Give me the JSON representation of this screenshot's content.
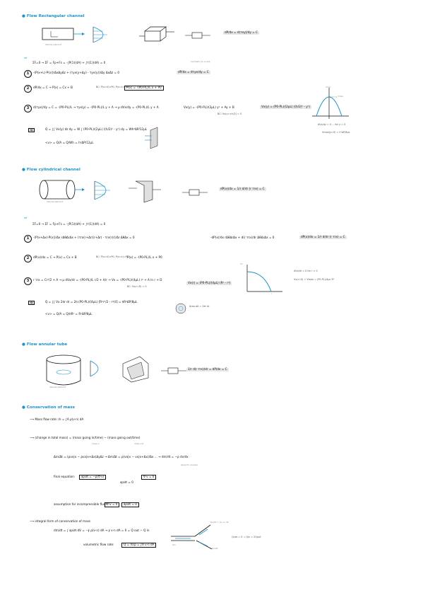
{
  "sections": {
    "rect": {
      "title": "Flow Rectangular channel",
      "gov_eq": "dP/dx = d(τxy)/dy = C",
      "step0_tag": "ref",
      "step0": "ΣF=0  →  ΣF = Fp+Fs = -∫P(1)(dA) + ∫τ(1)(dA) = 0",
      "step1": "-(P(x+L)-P(x))/ΔxΔyΔz + (τyx(y+Δy) - τyx(y))/Δy ΔxΔz = 0",
      "step1_res": "dP/dx = dτyx/dy = C",
      "step2": "dP/dx = C  →  P(x) = Cx + B",
      "step2_bc": "BC: P(x=0)=P0,  P(x=L)=PL",
      "step2_res": "P(x) = -(P0-PL)/L x + P0",
      "step3": "d(τyx)/dy = C = -(P0-PL)/L  →  τyx(y) = -(P0-PL)/L y + A  →  μ dVx/dy = -(P0-PL)/L y + A",
      "step3_mid": "Vx(y) = -(P0-PL)/(2μL) y² + Ay + B",
      "step3_bc": "BC: Vx(y=±h/2) = 0",
      "step3_res": "Vx(y) = (P0-PL)/(2μL) ((h/2)² - y²)",
      "q_label": "Q",
      "q_eq": "Q = ∫∫ Vx(y) dz dy = W ∫ (P0-PL)/(2μL) ((h/2)² - y²) dy = Wh³ΔP/12μL",
      "v_eq": "<v> = Q/A = Q/Wh = h²ΔP/12μL",
      "side_note": "dVx/dy = 0 ... for y = 0",
      "side_vmax": "Vmax(y=0) = h²ΔP/8μL",
      "plot_label": "Vx(y)",
      "plot_vmax": "Vmax",
      "diagram_label": "Volume element",
      "note1": "symmetry & no-slip"
    },
    "cyl": {
      "title": "Flow cylindrical channel",
      "gov_eq": "dP(x)/dx = 1/r d/dr (r τrx) = C",
      "step0_tag": "ref",
      "step0": "ΣF=0  →  ΣF = Fp+Fs = -∫P(1)(dA) + ∫τ(1)(dA) = 0",
      "step1": "-(P(x+Δx)-P(x))/Δx rΔθΔrΔx + (τrx(r+Δr)(r+Δr) - τrx(r)r)/Δr ΔθΔx = 0",
      "step1_mid": "-dP(x)/dx rΔθΔrΔx + d(r τrx)/dr ΔθΔrΔx = 0",
      "step1_res": "dP(x)/dx = 1/r d/dr (r τrx) = C",
      "step2": "dP(x)/dx = C  →  P(x) = Cx + B",
      "step2_bc": "BC: P(x=0)=P0,  P(x=L)=PL",
      "step2_res": "P(x) = -(P0-PL)/L x + P0",
      "step3": "r τrx = Cr²/2 + A  →  μ dVx/dr = -(P0-PL)/L r/2 + A/r  →  Vx = -(P0-PL)/(4μL) r² + A ln r + D",
      "step3_bc": "BC: Vx(r=R) = 0",
      "step3_res": "Vx(r) = (P0-PL)/(4μL) (R² - r²)",
      "q_label": "Q",
      "q_eq": "Q = ∫∫ Vx 2πr dr = 2π (P0-PL)/(4μL) [R²r²/2 - r⁴/4] = πR⁴ΔP/8μL",
      "v_eq": "<v> = Q/A = Q/πR² = R²ΔP/8μL",
      "side_note": "dVx/dr = 0 for r = 0",
      "side_vmax": "Vx(r=0) = Vmax = (P0-PL)/4μL R²",
      "note_flow": "Area dA = 2πr dr",
      "plot_x": "r",
      "plot_y": "Vx",
      "diagram_label": "Volume element"
    },
    "slit": {
      "title": "Flow annular tube",
      "gov_eq": "1/r d(r τrx)/dr = dP/dx = C",
      "diagram_label": "Volume element"
    },
    "mass": {
      "title": "Conservation of mass",
      "b1": "Mass flow rate:  ṁ = ∫A ρ(v·n) dA",
      "b2": "(change in total mass) = (mass going in/time) − (mass going out/time)",
      "b2_sub_in": "mass in",
      "b2_sub_out": "mass out",
      "eq1": "Δm/Δt = (ρvx|x − ρvx|x+Δx)ΔyΔz  →  Δm/Δt = ρ(vx|x − vx|x+Δx)/Δx ...  →  dm/dt = −ρ dv/dx",
      "eq1_note": "same for all axes",
      "final_label": "final equation:",
      "final_eq": "∂ρ/∂t = −ρ(∇·v)",
      "final_res": "∇·v = 0",
      "final_mid": "∂ρ/∂t = 0",
      "incomp_label": "assumption for incompressible fluid:",
      "incomp_1": "∇·v = 0",
      "incomp_2": "∂ρ/∂t = 0",
      "int_label": "integral form of conservation of mass",
      "int_eq": "dm/dt = ∫ ∂ρ/∂t dV = −∮ ρ(v·n) dA  →  ∮ v·n dA = 0 = Q out − Q in",
      "vol_label": "volumetric flow rate:",
      "vol_eq": "Q = ṁ/ρ = ∫A v·n dA",
      "branch_out1": "Qout1 = ∫A v·n dA",
      "branch_in": "Qin",
      "branch_eq": "Qnet = 0 ⇒ Qin = ΣQout",
      "branch_out2": "Qout2"
    }
  }
}
